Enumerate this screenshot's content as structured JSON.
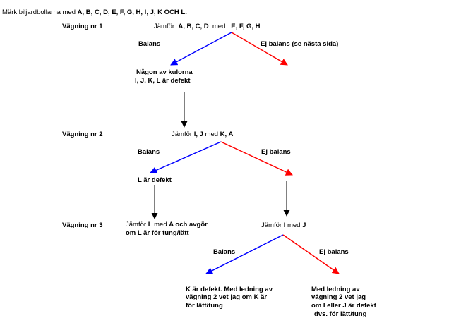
{
  "header": {
    "prefix": "Märk biljardbollarna med ",
    "balls": "A, B, C, D, E, F, G, H, I, J, K OCH L."
  },
  "colors": {
    "balans": "#0000ff",
    "ej_balans": "#ff0000",
    "neutral": "#000000"
  },
  "weighing1": {
    "label": "Vägning nr 1",
    "compare_prefix": "Jämför",
    "left": "A, B, C, D",
    "mid": "med",
    "right": "E, F, G, H",
    "balans": "Balans",
    "ej_balans": "Ej balans (se nästa sida)",
    "result_line1": "Någon av kulorna",
    "result_line2": "I, J, K, L är defekt"
  },
  "weighing2": {
    "label": "Vägning nr 2",
    "compare_prefix": "Jämför ",
    "left": "I, J",
    "mid": " med ",
    "right": "K, A",
    "balans": "Balans",
    "ej_balans": "Ej balans",
    "result": "L är defekt"
  },
  "weighing3": {
    "label": "Vägning nr 3",
    "left_prefix": "Jämför ",
    "left_a": "L",
    "left_mid": " med ",
    "left_b": "A",
    "left_end": " och avgör",
    "left_line2": "om L är för tung/lätt",
    "right_prefix": "Jämför ",
    "right_a": "I",
    "right_mid": " med ",
    "right_b": "J",
    "balans": "Balans",
    "ej_balans": "Ej balans",
    "balans_result": [
      "K är defekt. Med ledning av",
      "vägning 2 vet jag om K är",
      "för lätt/tung"
    ],
    "ej_balans_result": [
      "Med ledning av",
      "vägning 2 vet jag",
      "om I eller J är defekt",
      "dvs. för lätt/tung"
    ]
  }
}
